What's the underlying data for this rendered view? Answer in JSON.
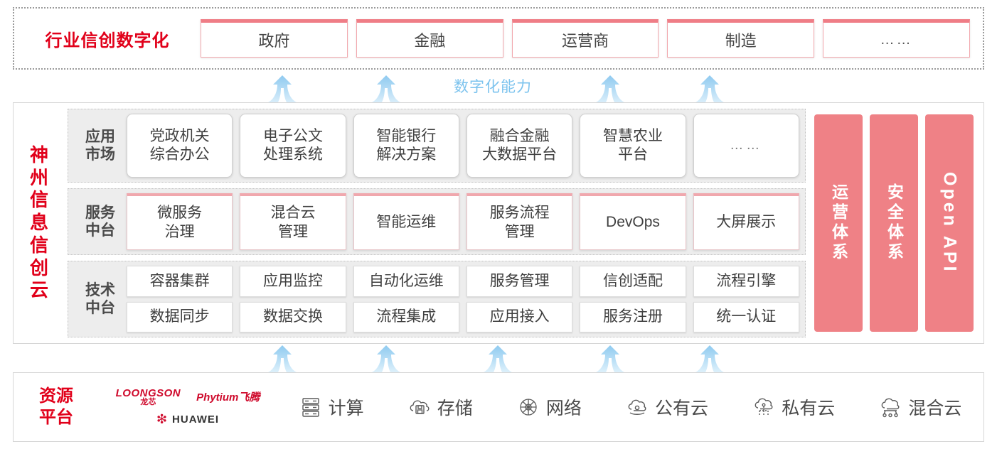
{
  "industry": {
    "title": "行业信创数字化",
    "boxes": [
      {
        "label": "政府"
      },
      {
        "label": "金融"
      },
      {
        "label": "运营商"
      },
      {
        "label": "制造"
      },
      {
        "label": "……"
      }
    ]
  },
  "capability": {
    "label": "数字化能力"
  },
  "cloud": {
    "title_chars": [
      "神",
      "州",
      "信",
      "息",
      "信",
      "创",
      "云"
    ],
    "bands": [
      {
        "label_lines": [
          "应用",
          "市场"
        ],
        "cells": [
          {
            "label": "党政机关\n综合办公"
          },
          {
            "label": "电子公文\n处理系统"
          },
          {
            "label": "智能银行\n解决方案"
          },
          {
            "label": "融合金融\n大数据平台"
          },
          {
            "label": "智慧农业\n平台"
          },
          {
            "label": "……"
          }
        ]
      },
      {
        "label_lines": [
          "服务",
          "中台"
        ],
        "cells": [
          {
            "label": "微服务\n治理"
          },
          {
            "label": "混合云\n管理"
          },
          {
            "label": "智能运维"
          },
          {
            "label": "服务流程\n管理"
          },
          {
            "label": "DevOps"
          },
          {
            "label": "大屏展示"
          }
        ]
      },
      {
        "label_lines": [
          "技术",
          "中台"
        ],
        "row1": [
          {
            "label": "容器集群"
          },
          {
            "label": "应用监控"
          },
          {
            "label": "自动化运维"
          },
          {
            "label": "服务管理"
          },
          {
            "label": "信创适配"
          },
          {
            "label": "流程引擎"
          }
        ],
        "row2": [
          {
            "label": "数据同步"
          },
          {
            "label": "数据交换"
          },
          {
            "label": "流程集成"
          },
          {
            "label": "应用接入"
          },
          {
            "label": "服务注册"
          },
          {
            "label": "统一认证"
          }
        ]
      }
    ],
    "pillars": [
      {
        "label": "运营体系",
        "lang": "cn"
      },
      {
        "label": "安全体系",
        "lang": "cn"
      },
      {
        "label": "Open API",
        "lang": "en"
      }
    ]
  },
  "resource": {
    "title_lines": [
      "资源",
      "平台"
    ],
    "logos": {
      "loongson_en": "LOONGSON",
      "loongson_cn": "龙芯",
      "phytium": "Phytium飞腾",
      "huawei": "HUAWEI"
    },
    "items": [
      {
        "label": "计算",
        "icon": "server-icon"
      },
      {
        "label": "存储",
        "icon": "cloud-storage-icon"
      },
      {
        "label": "网络",
        "icon": "network-icon"
      },
      {
        "label": "公有云",
        "icon": "public-cloud-icon"
      },
      {
        "label": "私有云",
        "icon": "private-cloud-icon"
      },
      {
        "label": "混合云",
        "icon": "hybrid-cloud-icon"
      }
    ]
  },
  "colors": {
    "brand_red": "#e1001a",
    "pink": "#ef8186",
    "pink_border": "#f0a7ad",
    "arrow_blue": "#9ed2f2",
    "capability_blue": "#7cc3ee",
    "band_gray": "#ededed"
  }
}
